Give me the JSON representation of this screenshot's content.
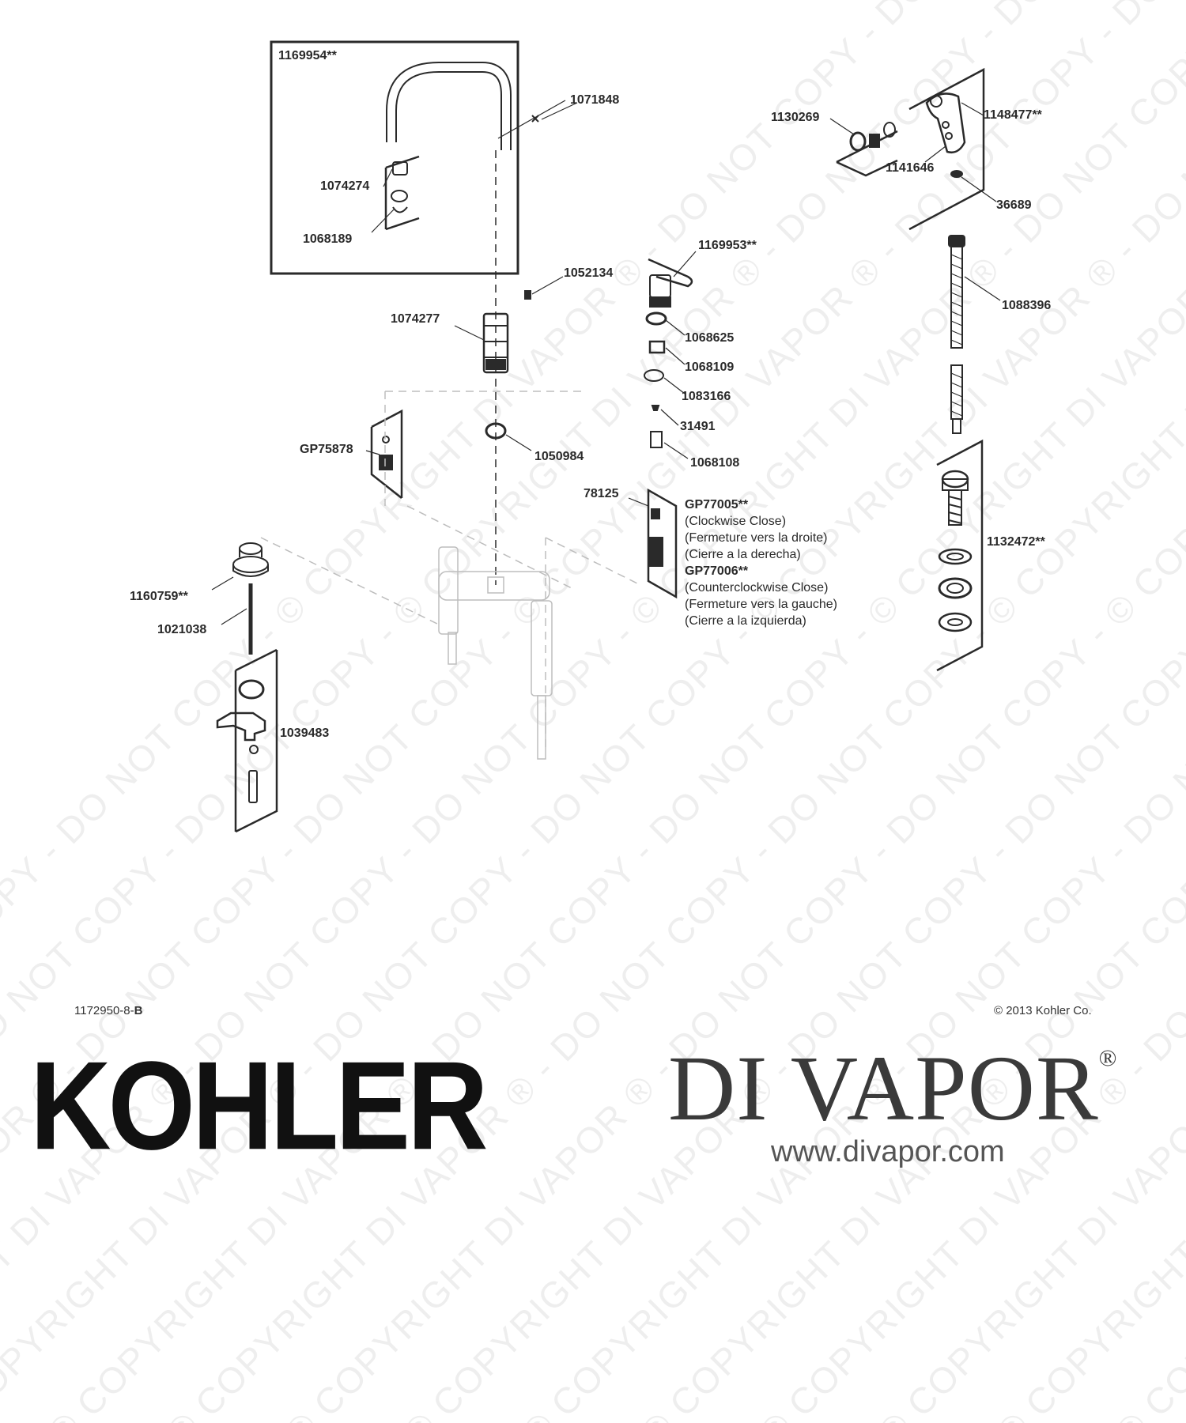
{
  "watermark_text": "© COPYRIGHT DI VAPOR ® - DO NOT COPY - DO NOT COPY",
  "parts": {
    "p1169954": "1169954**",
    "p1071848": "1071848",
    "p1074274": "1074274",
    "p1068189": "1068189",
    "p1052134": "1052134",
    "p1074277": "1074277",
    "p1050984": "1050984",
    "pGP75878": "GP75878",
    "p1160759": "1160759**",
    "p1021038": "1021038",
    "p1039483": "1039483",
    "p1169953": "1169953**",
    "p1068625": "1068625",
    "p1068109": "1068109",
    "p1083166": "1083166",
    "p31491": "31491",
    "p1068108": "1068108",
    "p78125": "78125",
    "p1130269": "1130269",
    "p1148477": "1148477**",
    "p1141646": "1141646",
    "p36689": "36689",
    "p1088396": "1088396",
    "p1132472": "1132472**"
  },
  "cartridge_note": {
    "gp1": "GP77005**",
    "gp1_lines": [
      "(Clockwise Close)",
      "(Fermeture vers la droite)",
      "(Cierre a la derecha)"
    ],
    "gp2": "GP77006**",
    "gp2_lines": [
      "(Counterclockwise Close)",
      "(Fermeture vers la gauche)",
      "(Cierre a la izquierda)"
    ]
  },
  "footer": {
    "doc_code_prefix": "1172950-8-",
    "doc_code_suffix": "B",
    "copyright": "© 2013 Kohler Co."
  },
  "logos": {
    "kohler": "KOHLER",
    "divapor": "DI VAPOR",
    "divapor_mark": "®",
    "divapor_url": "www.divapor.com"
  },
  "colors": {
    "line": "#2a2a2a",
    "ghost": "#bdbdbd",
    "watermark": "#9a9a9a"
  }
}
